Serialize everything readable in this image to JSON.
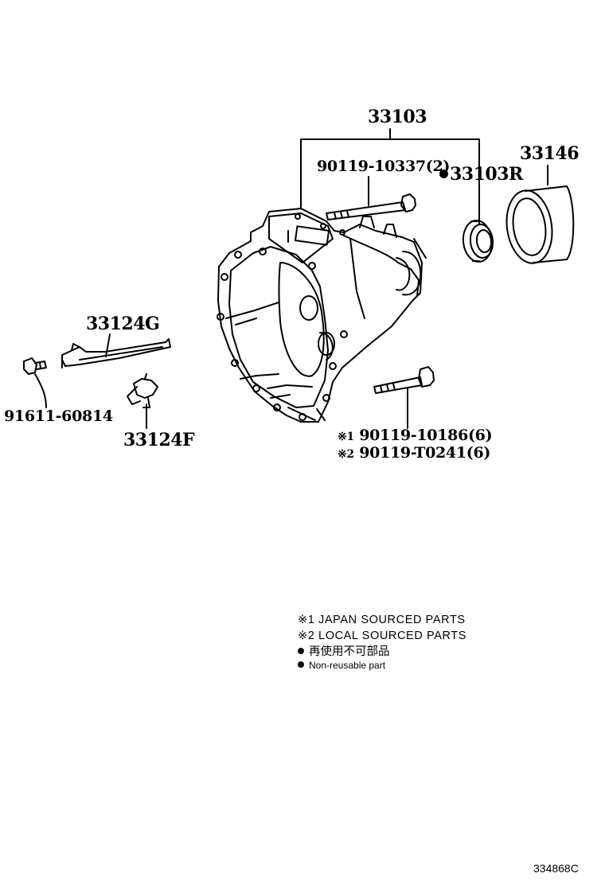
{
  "parts": {
    "case_assy": "33103",
    "bolt_top": "90119-10337(2)",
    "oil_seal": "33103R",
    "bearing_retainer": "33146",
    "lever": "33124G",
    "plug": "91611-60814",
    "clip": "33124F",
    "bolt_bottom_1": "90119-10186(6)",
    "bolt_bottom_2": "90119-T0241(6)",
    "mark_1": "※1",
    "mark_2": "※2"
  },
  "legend": {
    "line1": "※1 JAPAN SOURCED PARTS",
    "line2": "※2 LOCAL SOURCED PARTS",
    "line3": "再使用不可部品",
    "line4": "Non-reusable part"
  },
  "footer": {
    "figure_code": "334868C"
  }
}
